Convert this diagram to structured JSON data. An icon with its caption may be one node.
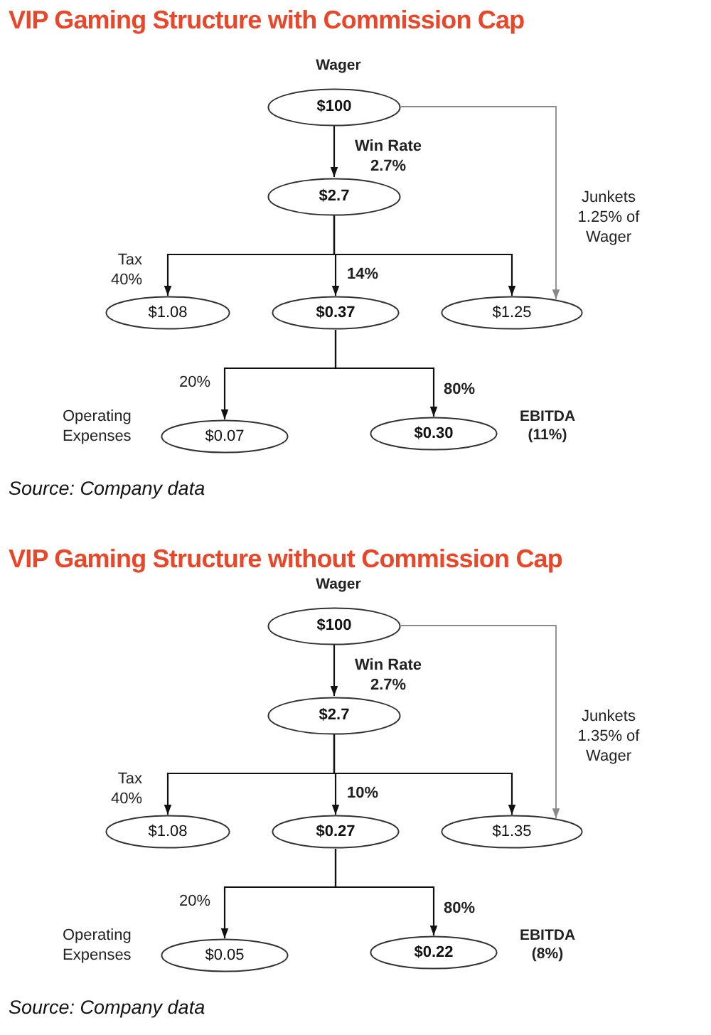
{
  "diagram": {
    "title": "VIP Gaming Structure with Commission Cap",
    "nodes": [
      {
        "text": [
          "$100"
        ],
        "beside": [
          "Wager"
        ]
      },
      {
        "text": [
          "$2.7"
        ]
      },
      {
        "text": [
          "$1.08"
        ]
      },
      {
        "text": [
          "$0.37"
        ]
      },
      {
        "text": [
          "$1.25"
        ]
      },
      {
        "text": [
          "$0.07"
        ],
        "beside": [
          "Operating Expenses"
        ]
      },
      {
        "text": [
          "$0.30"
        ],
        "beside": [
          "EBITDA (11%)"
        ]
      },
      {
        "text": [
          "$100"
        ],
        "beside": [
          "Wager"
        ]
      },
      {
        "text": [
          "$2.7"
        ]
      },
      {
        "text": [
          "$1.08"
        ]
      },
      {
        "text": [
          "$0.27"
        ]
      },
      {
        "text": [
          "$1.35"
        ]
      },
      {
        "text": [
          "$0.05"
        ],
        "beside": [
          "Operating Expenses"
        ]
      },
      {
        "text": [
          "$0.22"
        ],
        "beside": [
          "EBITDA (8%)"
        ]
      }
    ],
    "edges": [
      {
        "from": 0,
        "to": 1,
        "arrow": "to",
        "label": "Win Rate 2.7%"
      },
      {
        "from": 1,
        "to": 2,
        "arrow": "to",
        "label": "Tax 40%"
      },
      {
        "from": 1,
        "to": 3,
        "arrow": "to",
        "label": "14%"
      },
      {
        "from": 1,
        "to": 4,
        "arrow": "to"
      },
      {
        "from": 0,
        "to": 4,
        "arrow": "to",
        "label": "Junkets 1.25% of Wager",
        "color": "#888888"
      },
      {
        "from": 3,
        "to": 5,
        "arrow": "to",
        "label": "20%"
      },
      {
        "from": 3,
        "to": 6,
        "arrow": "to",
        "label": "80%"
      },
      {
        "from": 7,
        "to": 8,
        "arrow": "to",
        "label": "Win Rate 2.7%"
      },
      {
        "from": 8,
        "to": 9,
        "arrow": "to",
        "label": "Tax 40%"
      },
      {
        "from": 8,
        "to": 10,
        "arrow": "to",
        "label": "10%"
      },
      {
        "from": 8,
        "to": 11,
        "arrow": "to"
      },
      {
        "from": 7,
        "to": 11,
        "arrow": "to",
        "label": "Junkets 1.35% of Wager",
        "color": "#888888"
      },
      {
        "from": 10,
        "to": 12,
        "arrow": "to",
        "label": "20%"
      },
      {
        "from": 10,
        "to": 13,
        "arrow": "to",
        "label": "80%"
      }
    ],
    "labels": [
      "Source: Company data",
      "VIP Gaming Structure without Commission Cap",
      "Source: Company data"
    ]
  }
}
